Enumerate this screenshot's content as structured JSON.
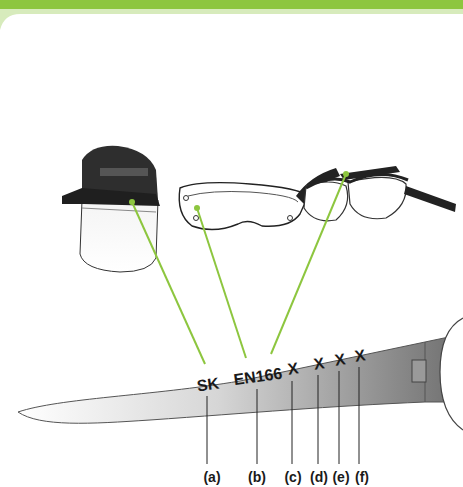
{
  "diagram": {
    "labels": [
      "SK",
      "EN166",
      "X",
      "X",
      "X",
      "X",
      "(a)",
      "(b)",
      "(c)",
      "(d)",
      "(e)",
      "(f)"
    ]
  }
}
